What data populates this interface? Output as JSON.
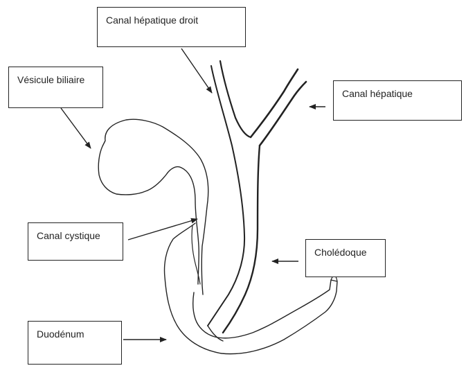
{
  "labels": {
    "canal_hepatique_droit": "Canal hépatique droit",
    "vesicule_biliaire": "Vésicule biliaire",
    "canal_hepatique": "Canal hépatique",
    "canal_cystique": "Canal cystique",
    "choledoque": "Cholédoque",
    "duodenum": "Duodénum"
  },
  "colors": {
    "stroke": "#222222",
    "background": "#ffffff"
  }
}
